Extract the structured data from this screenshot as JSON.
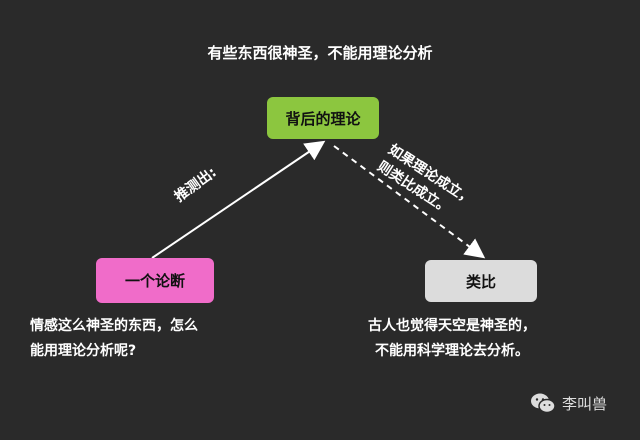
{
  "top_text": "有些东西很神圣，不能用理论分析",
  "nodes": {
    "theory": "背后的理论",
    "case": "一个论断",
    "analogy": "类比"
  },
  "edge_labels": {
    "infer": "推测出:",
    "conditional_line1": "如果理论成立，",
    "conditional_line2": "则类比成立。"
  },
  "captions": {
    "left_line1": "情感这么神圣的东西，怎么",
    "left_line2": "能用理论分析呢?",
    "right_line1": "古人也觉得天空是神圣的，",
    "right_line2": "不能用科学理论去分析。"
  },
  "brand": {
    "name": "李叫兽",
    "icon": "wechat-icon"
  },
  "colors": {
    "theory_box": "#8cc63f",
    "case_box": "#f06cc9",
    "analogy_box": "#dcdcdc",
    "background": "#2a2a2a"
  }
}
